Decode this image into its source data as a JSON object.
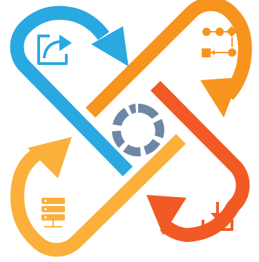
{
  "graphic": {
    "colors": {
      "blue": "#2AA8E0",
      "orange": "#F7941D",
      "dark_orange": "#F15A24",
      "yellow": "#FBB03B",
      "gear": "#6F87A6",
      "white": "#FFFFFF"
    },
    "loops": [
      {
        "name": "blue-loop",
        "color": "blue",
        "icon": "share-export-icon"
      },
      {
        "name": "orange-loop",
        "color": "orange",
        "icon": "workflow-diagram-icon"
      },
      {
        "name": "dark-orange-loop",
        "color": "dark_orange",
        "icon": "download-tray-icon"
      },
      {
        "name": "yellow-loop",
        "color": "yellow",
        "icon": "server-stack-icon"
      }
    ],
    "center_icon": "circular-cycle-icon"
  }
}
